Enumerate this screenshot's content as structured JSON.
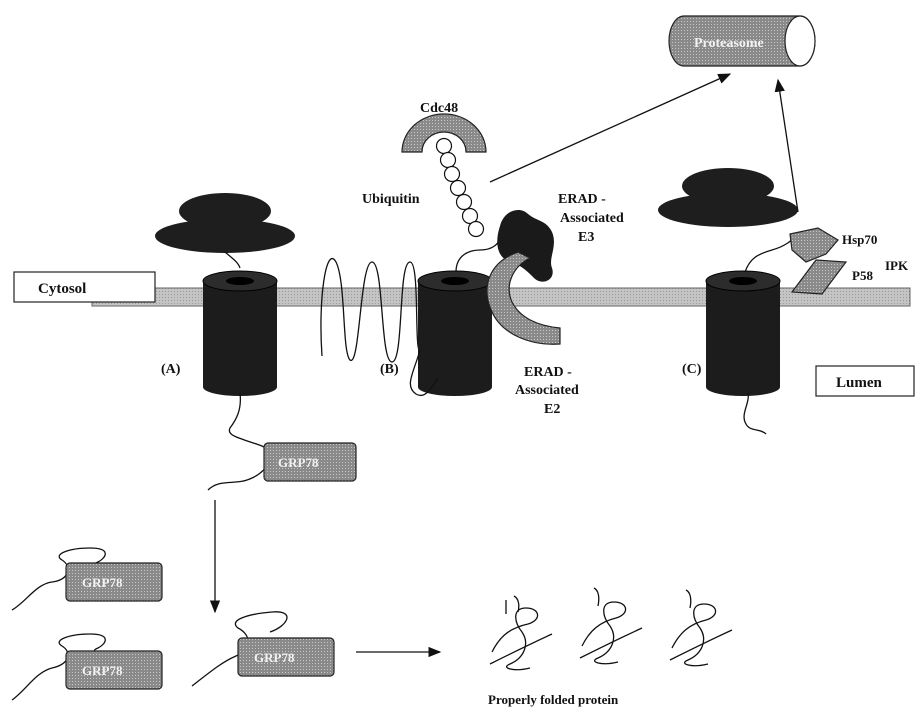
{
  "labels": {
    "cytosol": "Cytosol",
    "lumen": "Lumen",
    "panel_a": "(A)",
    "panel_b": "(B)",
    "panel_c": "(C)",
    "cdc48": "Cdc48",
    "ubiquitin": "Ubiquitin",
    "erad_e3_l1": "ERAD -",
    "erad_e3_l2": "Associated",
    "erad_e3_l3": "E3",
    "erad_e2_l1": "ERAD -",
    "erad_e2_l2": "Associated",
    "erad_e2_l3": "E2",
    "proteasome": "Proteasome",
    "hsp70": "Hsp70",
    "p58": "P58",
    "ipk": "IPK",
    "grp78": "GRP78",
    "folded": "Properly folded protein"
  },
  "colors": {
    "membrane": "#bdbdbd",
    "channel": "#1c1c1c",
    "ribosome": "#1e1e1e",
    "chaperone": "#7a7a7a",
    "proteasome_body": "#8c8c8c"
  }
}
